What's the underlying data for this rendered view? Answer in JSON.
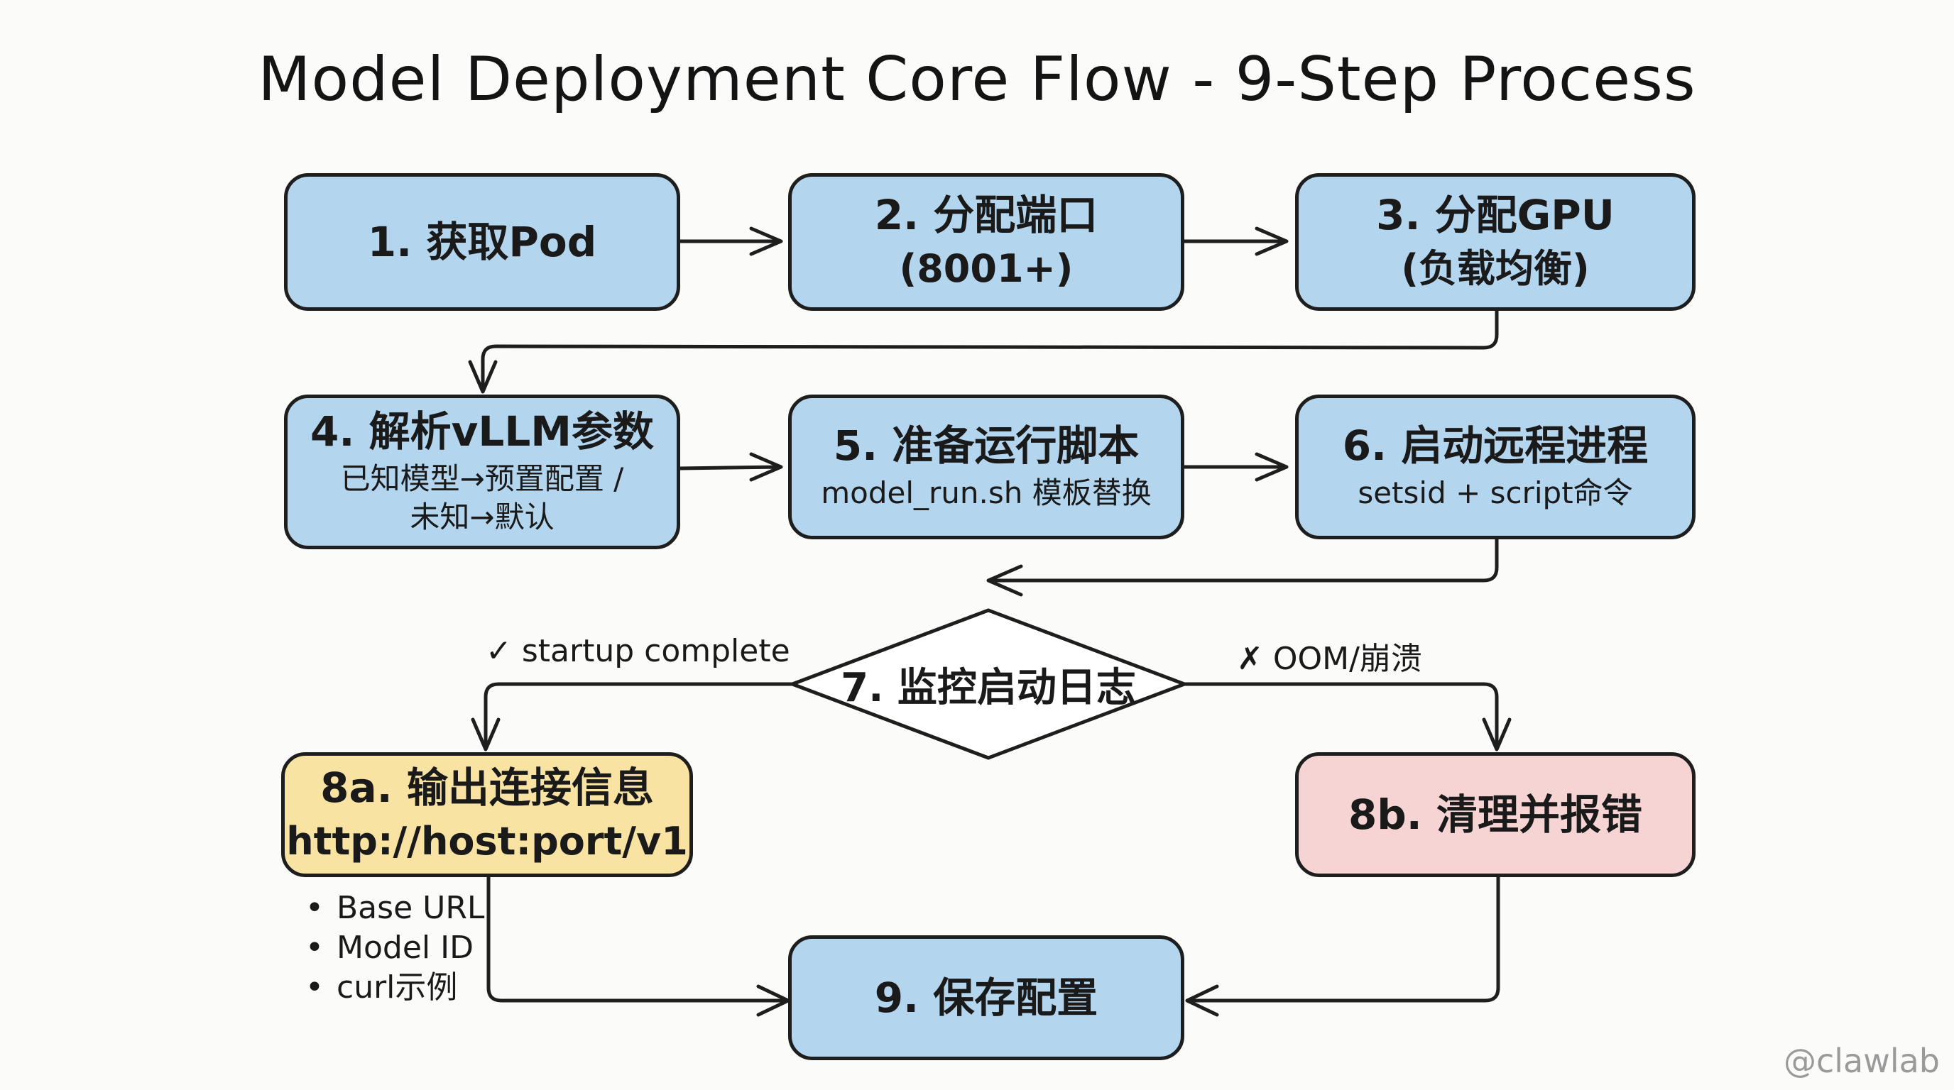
{
  "title": "Model Deployment Core Flow - 9-Step Process",
  "steps": {
    "s1": {
      "title": "1. 获取Pod"
    },
    "s2": {
      "title": "2. 分配端口",
      "detail": "(8001+)"
    },
    "s3": {
      "title": "3. 分配GPU",
      "detail": "(负载均衡)"
    },
    "s4": {
      "title": "4. 解析vLLM参数",
      "detail_1": "已知模型→预置配置 /",
      "detail_2": "未知→默认"
    },
    "s5": {
      "title": "5. 准备运行脚本",
      "detail": "model_run.sh 模板替换"
    },
    "s6": {
      "title": "6. 启动远程进程",
      "detail": "setsid + script命令"
    },
    "s7": {
      "title": "7. 监控启动日志"
    },
    "s8a": {
      "title": "8a. 输出连接信息",
      "detail": "http://host:port/v1"
    },
    "s8b": {
      "title": "8b. 清理并报错"
    },
    "s9": {
      "title": "9. 保存配置"
    }
  },
  "branch_labels": {
    "success": "✓ startup complete",
    "failure": "✗ OOM/崩溃"
  },
  "outputs": [
    "Base URL",
    "Model ID",
    "curl示例"
  ],
  "watermark": "@clawlab",
  "colors": {
    "process": "#b3d5ee",
    "success": "#f8e3a2",
    "failure": "#f6d4d3",
    "stroke": "#1e1e1e"
  }
}
